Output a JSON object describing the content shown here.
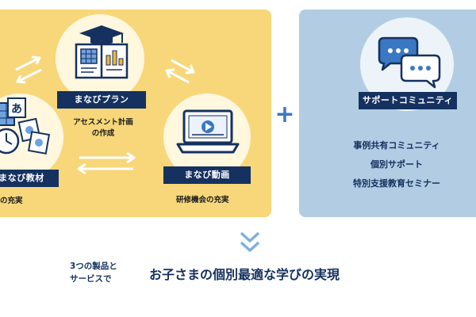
{
  "products": {
    "plan": {
      "label": "まなびプラン",
      "desc_lines": [
        "アセスメント計画",
        "の作成"
      ]
    },
    "material": {
      "label": "まなび教材",
      "desc": "の充実",
      "card_char": "あ"
    },
    "video": {
      "label": "まなび動画",
      "desc": "研修機会の充実"
    }
  },
  "plus_symbol": "+",
  "community": {
    "label": "サポートコミュニティ",
    "features": [
      "事例共有コミュニティ",
      "個別サポート",
      "特別支援教育セミナー"
    ]
  },
  "conclusion": {
    "lead_lines": [
      "3つの製品と",
      "サービスで"
    ],
    "headline": "お子さまの個別最適な学びの実現"
  },
  "colors": {
    "panel_yellow": "#f7d77a",
    "panel_blue": "#b2cde3",
    "navy": "#15315f",
    "accent_blue": "#3a78c4"
  }
}
